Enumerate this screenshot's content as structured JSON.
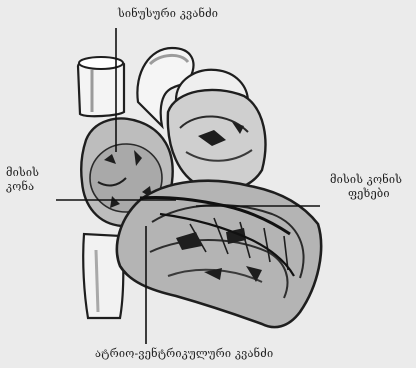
{
  "labels": {
    "top": "სინუსური კვანძი",
    "left_line1": "მისის",
    "left_line2": "კონა",
    "right_line1": "მისის კონის",
    "right_line2": "ფეხები",
    "bottom": "ატრიო-ვენტრიკულური კვანძი"
  }
}
